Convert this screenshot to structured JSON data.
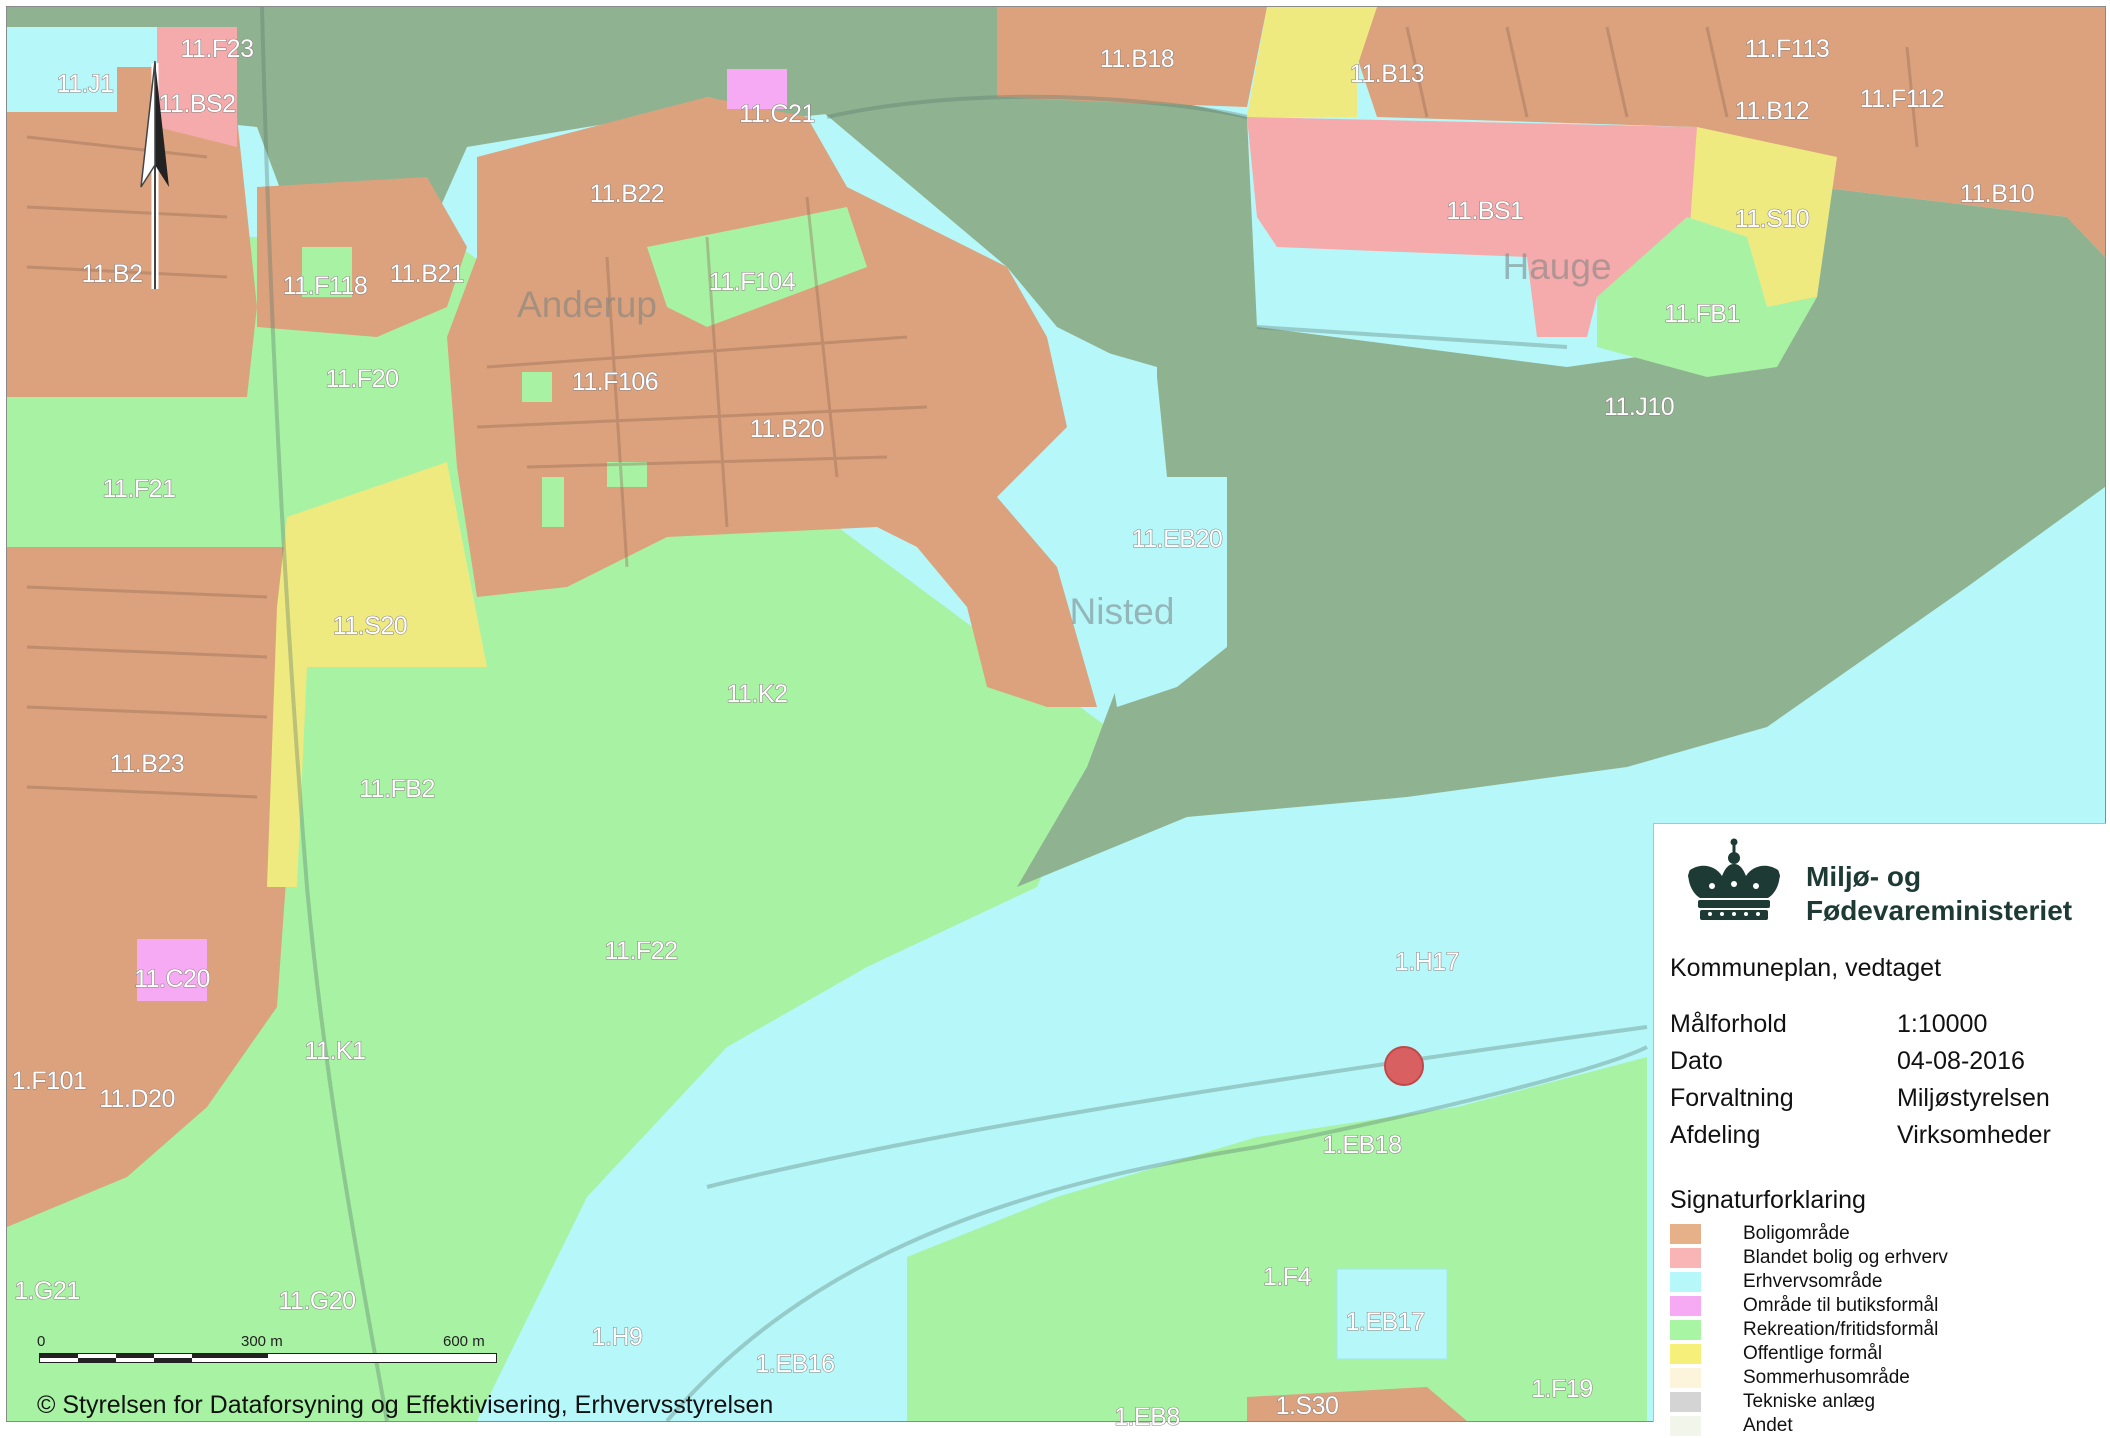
{
  "map": {
    "zones": [
      {
        "id": "11.J1"
      },
      {
        "id": "11.F23"
      },
      {
        "id": "11.BS2"
      },
      {
        "id": "11.C21"
      },
      {
        "id": "11.B18"
      },
      {
        "id": "11.B13"
      },
      {
        "id": "11.F113"
      },
      {
        "id": "11.F112"
      },
      {
        "id": "11.B12"
      },
      {
        "id": "11.B10"
      },
      {
        "id": "11.B22"
      },
      {
        "id": "11.BS1"
      },
      {
        "id": "11.S10"
      },
      {
        "id": "11.B2"
      },
      {
        "id": "11.F118"
      },
      {
        "id": "11.B21"
      },
      {
        "id": "11.F104"
      },
      {
        "id": "11.FB1"
      },
      {
        "id": "11.F20"
      },
      {
        "id": "11.F106"
      },
      {
        "id": "11.J10"
      },
      {
        "id": "11.B20"
      },
      {
        "id": "11.F21"
      },
      {
        "id": "11.EB20"
      },
      {
        "id": "11.S20"
      },
      {
        "id": "11.K2"
      },
      {
        "id": "11.B23"
      },
      {
        "id": "11.FB2"
      },
      {
        "id": "11.F22"
      },
      {
        "id": "1.H17"
      },
      {
        "id": "11.C20"
      },
      {
        "id": "11.K1"
      },
      {
        "id": "1.F101"
      },
      {
        "id": "11.D20"
      },
      {
        "id": "1.EB18"
      },
      {
        "id": "1.G21"
      },
      {
        "id": "11.G20"
      },
      {
        "id": "1.F4"
      },
      {
        "id": "1.EB17"
      },
      {
        "id": "1.H9"
      },
      {
        "id": "1.EB16"
      },
      {
        "id": "1.F19"
      },
      {
        "id": "1.S30"
      },
      {
        "id": "1.EB8"
      }
    ],
    "places": [
      "Anderup",
      "Hauge",
      "Nisted"
    ],
    "marker": {
      "name": "location-marker",
      "color": "#d96060"
    }
  },
  "scalebar": {
    "labels": [
      "0",
      "300 m",
      "600 m"
    ]
  },
  "copyright": "© Styrelsen for Dataforsyning og Effektivisering, Erhvervsstyrelsen",
  "panel": {
    "ministry": [
      "Miljø- og",
      "Fødevareministeriet"
    ],
    "plan_title": "Kommuneplan, vedtaget",
    "meta": [
      {
        "key": "Målforhold",
        "value": "1:10000"
      },
      {
        "key": "Dato",
        "value": "04-08-2016"
      },
      {
        "key": "Forvaltning",
        "value": "Miljøstyrelsen"
      },
      {
        "key": "Afdeling",
        "value": "Virksomheder"
      }
    ],
    "legend_title": "Signaturforklaring",
    "legend": [
      {
        "label": "Boligområde",
        "color": "#e6b089"
      },
      {
        "label": "Blandet bolig og erhverv",
        "color": "#f9b5b5"
      },
      {
        "label": "Erhvervsområde",
        "color": "#b6f7fa"
      },
      {
        "label": "Område til butiksformål",
        "color": "#f6aaf4"
      },
      {
        "label": "Rekreation/fritidsformål",
        "color": "#a8f6a4"
      },
      {
        "label": "Offentlige formål",
        "color": "#f6f07a"
      },
      {
        "label": "Sommerhusområde",
        "color": "#fdf4dc"
      },
      {
        "label": "Tekniske anlæg",
        "color": "#d4d4d4"
      },
      {
        "label": "Andet",
        "color": "#f2f6ea"
      }
    ]
  },
  "colors": {
    "residential": "#dba27d",
    "mixed": "#f5abab",
    "industry": "#b6f7fa",
    "shop": "#f6aaf4",
    "recreation": "#a8f2a4",
    "public": "#eeea80",
    "forest": "#8fb391",
    "ministry_green": "#1e3a35"
  }
}
